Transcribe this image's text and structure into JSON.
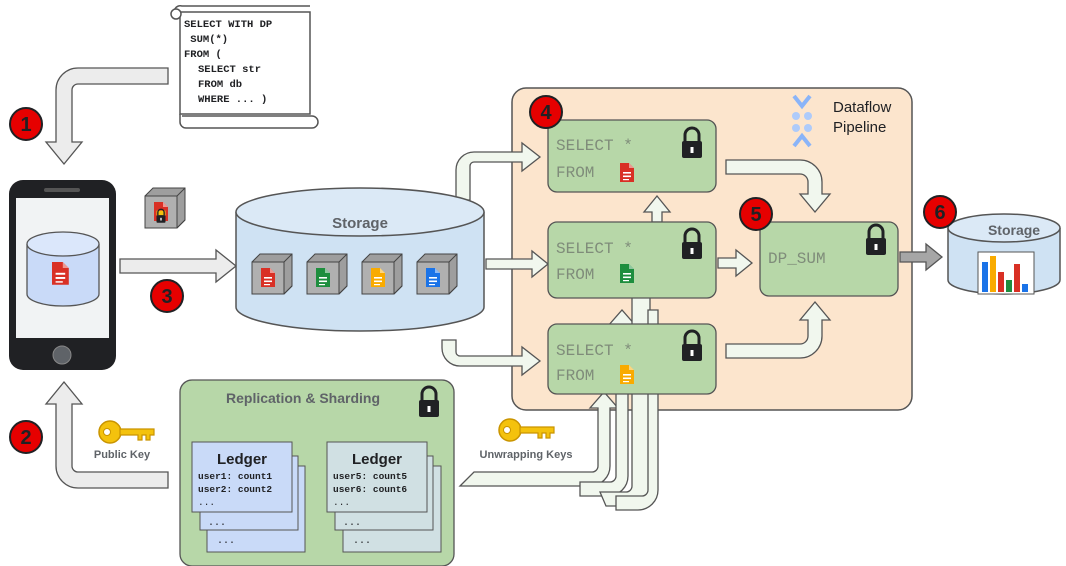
{
  "sql_scroll": {
    "lines": [
      "SELECT WITH DP",
      " SUM(*)",
      "FROM (",
      "  SELECT str",
      "  FROM db",
      "  WHERE ... )"
    ]
  },
  "steps": [
    "1",
    "2",
    "3",
    "4",
    "5",
    "6"
  ],
  "storage": {
    "label": "Storage"
  },
  "storage_out": {
    "label": "Storage"
  },
  "pipeline": {
    "title_line1": "Dataflow",
    "title_line2": "Pipeline"
  },
  "queries": [
    {
      "line1": "SELECT *",
      "line2": "FROM",
      "doc_color": "#d93025"
    },
    {
      "line1": "SELECT *",
      "line2": "FROM",
      "doc_color": "#1e8e3e"
    },
    {
      "line1": "SELECT *",
      "line2": "FROM",
      "doc_color": "#f9ab00"
    }
  ],
  "dp_sum": {
    "label": "DP_SUM"
  },
  "replication": {
    "title": "Replication & Sharding",
    "ledgers": [
      {
        "title": "Ledger",
        "rows": [
          "user1: count1",
          "user2: count2",
          "..."
        ],
        "back_rows": [
          "...",
          "..."
        ]
      },
      {
        "title": "Ledger",
        "rows": [
          "user5: count5",
          "user6: count6",
          "..."
        ],
        "back_rows": [
          "...",
          "..."
        ]
      }
    ]
  },
  "keys": {
    "public": "Public Key",
    "unwrapping": "Unwrapping Keys"
  },
  "colors": {
    "step_red": "#e60000",
    "green_box": "#b7d7a8",
    "green_stroke": "#6aa84f",
    "pipeline_bg": "#fce5cd",
    "storage_blue": "#cfe2f3",
    "ledger_blue": "#c9daf8",
    "ledger_gray": "#d0e0e3",
    "doc_red": "#d93025",
    "doc_green": "#1e8e3e",
    "doc_yellow": "#f9ab00",
    "doc_blue": "#1a73e8"
  },
  "icons": [
    "document-icon",
    "lock-icon",
    "key-icon",
    "phone-icon",
    "database-icon",
    "bar-chart-icon",
    "dataflow-logo-icon"
  ]
}
